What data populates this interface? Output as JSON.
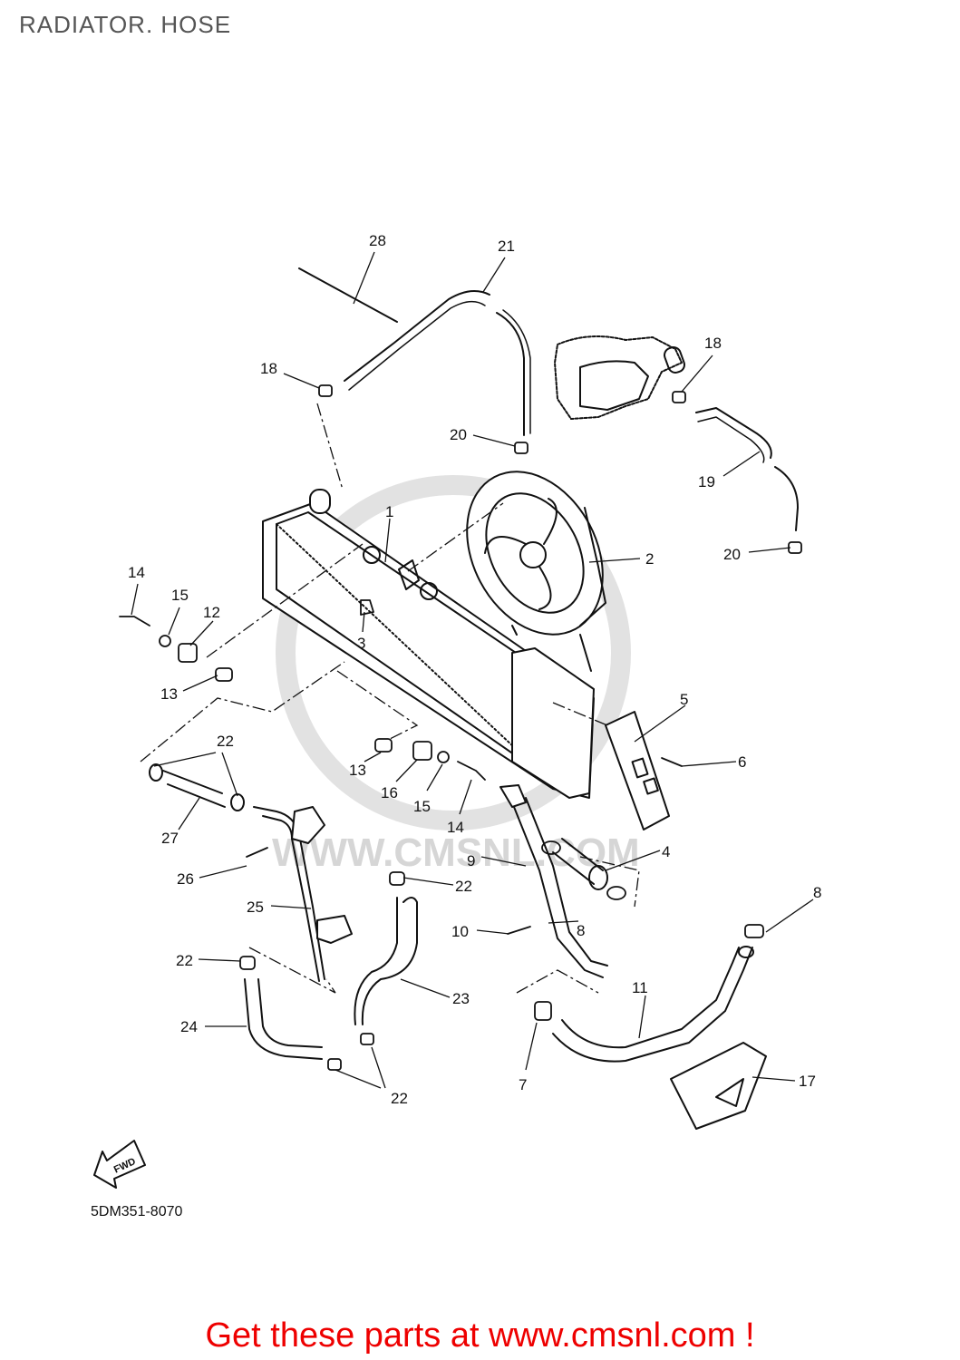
{
  "title": "RADIATOR. HOSE",
  "drawing_code": "5DM351-8070",
  "fwd_label": "FWD",
  "watermark_text": "WWW.CMSNL.COM",
  "cta_text": "Get these parts at www.cmsnl.com !",
  "colors": {
    "cta": "#ee0000",
    "title": "#555555",
    "line": "#111111",
    "watermark": "#d6d6d6"
  },
  "callouts": [
    {
      "id": "c28",
      "label": "28"
    },
    {
      "id": "c21",
      "label": "21"
    },
    {
      "id": "c18a",
      "label": "18"
    },
    {
      "id": "c18b",
      "label": "18"
    },
    {
      "id": "c20a",
      "label": "20"
    },
    {
      "id": "c19",
      "label": "19"
    },
    {
      "id": "c20b",
      "label": "20"
    },
    {
      "id": "c1",
      "label": "1"
    },
    {
      "id": "c2",
      "label": "2"
    },
    {
      "id": "c3",
      "label": "3"
    },
    {
      "id": "c14a",
      "label": "14"
    },
    {
      "id": "c15a",
      "label": "15"
    },
    {
      "id": "c12",
      "label": "12"
    },
    {
      "id": "c13a",
      "label": "13"
    },
    {
      "id": "c5",
      "label": "5"
    },
    {
      "id": "c6",
      "label": "6"
    },
    {
      "id": "c22a",
      "label": "22"
    },
    {
      "id": "c13b",
      "label": "13"
    },
    {
      "id": "c16",
      "label": "16"
    },
    {
      "id": "c15b",
      "label": "15"
    },
    {
      "id": "c14b",
      "label": "14"
    },
    {
      "id": "c27",
      "label": "27"
    },
    {
      "id": "c9",
      "label": "9"
    },
    {
      "id": "c4",
      "label": "4"
    },
    {
      "id": "c26",
      "label": "26"
    },
    {
      "id": "c22b",
      "label": "22"
    },
    {
      "id": "c25",
      "label": "25"
    },
    {
      "id": "c8a",
      "label": "8"
    },
    {
      "id": "c10",
      "label": "10"
    },
    {
      "id": "c8b",
      "label": "8"
    },
    {
      "id": "c22c",
      "label": "22"
    },
    {
      "id": "c11",
      "label": "11"
    },
    {
      "id": "c23",
      "label": "23"
    },
    {
      "id": "c24",
      "label": "24"
    },
    {
      "id": "c7",
      "label": "7"
    },
    {
      "id": "c17",
      "label": "17"
    },
    {
      "id": "c22d",
      "label": "22"
    }
  ]
}
